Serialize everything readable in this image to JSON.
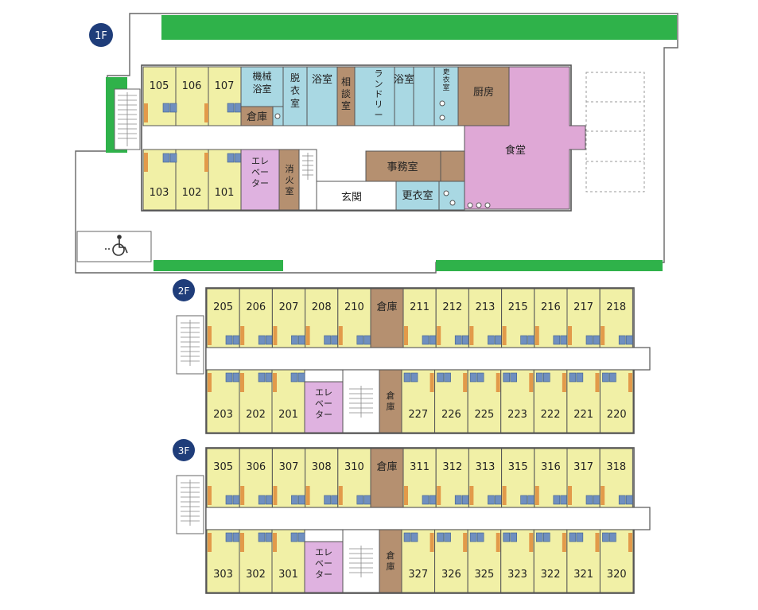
{
  "floors": {
    "f1": "1F",
    "f2": "2F",
    "f3": "3F"
  },
  "first_floor": {
    "rooms_top": [
      "105",
      "106",
      "107"
    ],
    "rooms_bottom": [
      "103",
      "102",
      "101"
    ],
    "machine_bath": "機械浴室",
    "dressing_room": "脱衣室",
    "storage": "倉庫",
    "bath_1": "浴室",
    "bath_2": "浴室",
    "consultation_room": "相談室",
    "laundry": "ランドリー",
    "locker_small": "更衣室",
    "kitchen": "厨房",
    "dining_hall": "食堂",
    "elevator": "エレベーター",
    "fire_equipment": "消火室",
    "office": "事務室",
    "entrance": "玄関",
    "locker_room": "更衣室"
  },
  "second_floor": {
    "rooms_top": [
      "205",
      "206",
      "207",
      "208",
      "210",
      "211",
      "212",
      "213",
      "215",
      "216",
      "217",
      "218"
    ],
    "rooms_bottom_left": [
      "203",
      "202",
      "201"
    ],
    "rooms_bottom_right": [
      "227",
      "226",
      "225",
      "223",
      "222",
      "221",
      "220"
    ],
    "storage_top": "倉庫",
    "storage_bottom": "倉庫",
    "elevator": "エレベーター"
  },
  "third_floor": {
    "rooms_top": [
      "305",
      "306",
      "307",
      "308",
      "310",
      "311",
      "312",
      "313",
      "315",
      "316",
      "317",
      "318"
    ],
    "rooms_bottom_left": [
      "303",
      "302",
      "301"
    ],
    "rooms_bottom_right": [
      "327",
      "326",
      "325",
      "323",
      "322",
      "321",
      "320"
    ],
    "storage_top": "倉庫",
    "storage_bottom": "倉庫",
    "elevator": "エレベーター"
  },
  "colors": {
    "room": "#f1f0a6",
    "bath": "#a9d8e3",
    "storage": "#b59070",
    "elevator": "#dfb2e0",
    "dining": "#dfa8d6",
    "green": "#2fb24a",
    "badge": "#1f3d7a",
    "bed": "#6f8fbf",
    "orange": "#e29a4a",
    "wall": "#555555"
  },
  "icons": {
    "wheelchair": "wheelchair-icon",
    "stairs": "stairs-icon"
  }
}
